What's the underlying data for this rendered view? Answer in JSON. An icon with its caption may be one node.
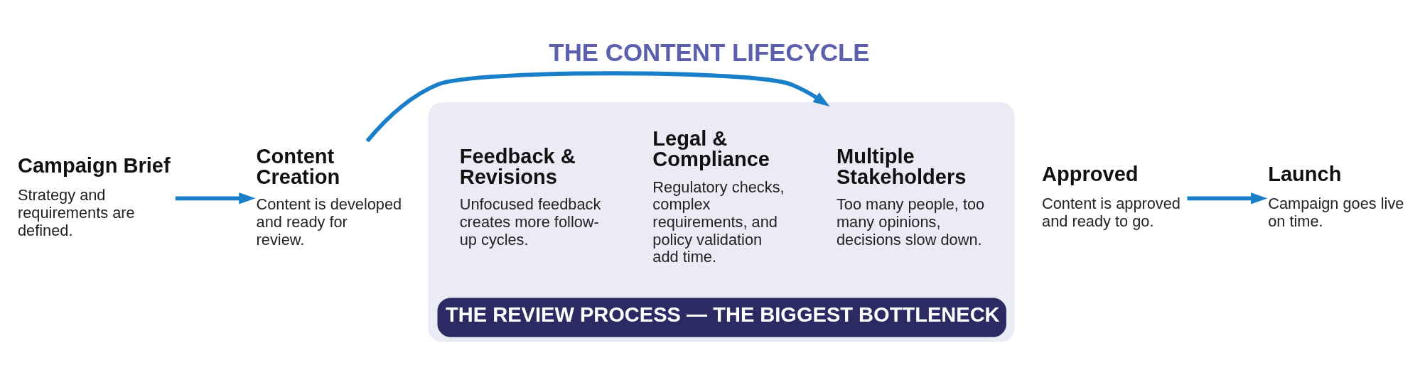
{
  "diagram": {
    "title": "THE CONTENT LIFECYCLE",
    "nodes": [
      {
        "text": [
          "Campaign Brief",
          "Strategy and requirements are defined."
        ]
      },
      {
        "text": [
          "Content Creation",
          "Content is developed and ready for review."
        ]
      },
      {
        "text": [
          "THE REVIEW PROCESS — THE BIGGEST BOTTLENECK"
        ]
      },
      {
        "text": [
          "Multiple Stakeholders",
          "Too many people, too many opinions, decisions slow down."
        ],
        "in": 2
      },
      {
        "text": [
          "Legal & Compliance",
          "Regulatory checks, complex requirements, and policy validation add time."
        ],
        "in": 2
      },
      {
        "text": [
          "Feedback & Revisions",
          "Unfocused feedback creates more follow-up cycles."
        ],
        "in": 2
      },
      {
        "text": [
          "Approved",
          "Content is approved and ready to go."
        ]
      },
      {
        "text": [
          "Launch",
          "Campaign goes live on time."
        ]
      }
    ],
    "edges": [
      {
        "from": 0,
        "to": 1,
        "arrow": "to"
      },
      {
        "from": 1,
        "to": 2,
        "arrow": "to"
      },
      {
        "from": 6,
        "to": 7,
        "arrow": "to"
      }
    ]
  }
}
